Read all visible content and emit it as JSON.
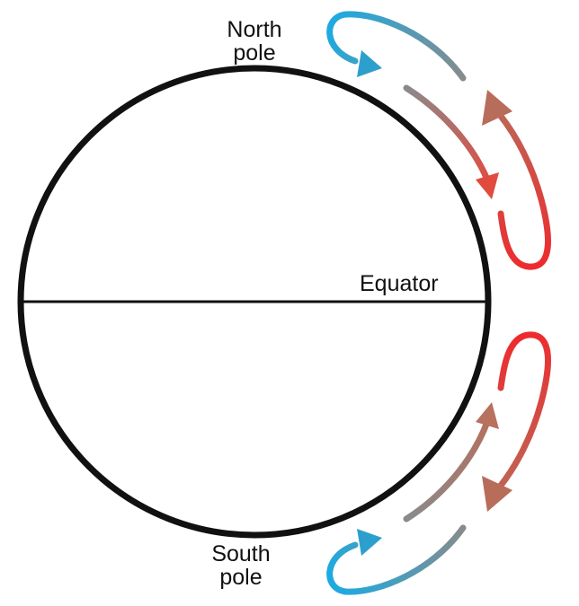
{
  "labels": {
    "north_line1": "North",
    "north_line2": "pole",
    "south_line1": "South",
    "south_line2": "pole",
    "equator": "Equator"
  },
  "colors": {
    "outline": "#111111",
    "cold": "#1aabe3",
    "mid": "#8a8a8a",
    "warm": "#b86d5a",
    "hot": "#ee2a2e"
  },
  "icons": {
    "north_loop": "curved-arrow-icon",
    "south_loop": "curved-arrow-icon"
  }
}
